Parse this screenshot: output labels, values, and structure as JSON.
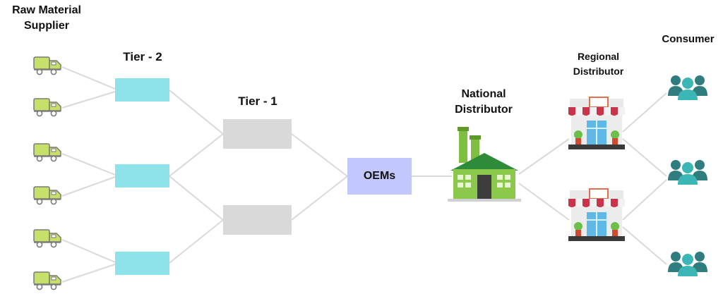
{
  "labels": {
    "raw_material_line1": "Raw Material",
    "raw_material_line2": "Supplier",
    "tier2": "Tier - 2",
    "tier1": "Tier - 1",
    "national_line1": "National",
    "national_line2": "Distributor",
    "regional_line1": "Regional",
    "regional_line2": "Distributor",
    "consumer": "Consumer"
  },
  "oem_box_label": "OEMs",
  "colors": {
    "tier2_box": "#8ee3ea",
    "tier1_box": "#d9d9d9",
    "oem_box": "#c2c8fb",
    "connector": "#d9d9d9",
    "truck": "#c7e06a",
    "factory": "#8cc84b",
    "consumer": "#2f8f8f",
    "awning": "#d0374a"
  },
  "icons": {
    "supplier": "truck-icon",
    "national_distributor": "factory-icon",
    "regional_distributor": "store-icon",
    "consumer": "people-icon"
  }
}
